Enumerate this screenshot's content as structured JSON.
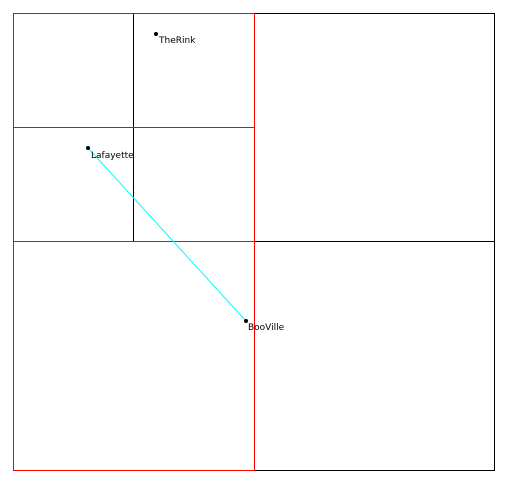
{
  "colors": {
    "background": "#ffffff",
    "grid_line": "#000000",
    "highlight_line": "#ff0000",
    "path_line": "#00ffff",
    "point": "#000000",
    "label": "#000000"
  },
  "points": [
    {
      "id": "therink",
      "label": "TheRink"
    },
    {
      "id": "lafayette",
      "label": "Lafayette"
    },
    {
      "id": "booville",
      "label": "BooVille"
    }
  ],
  "path": {
    "from": "Lafayette",
    "to": "BooVille"
  }
}
